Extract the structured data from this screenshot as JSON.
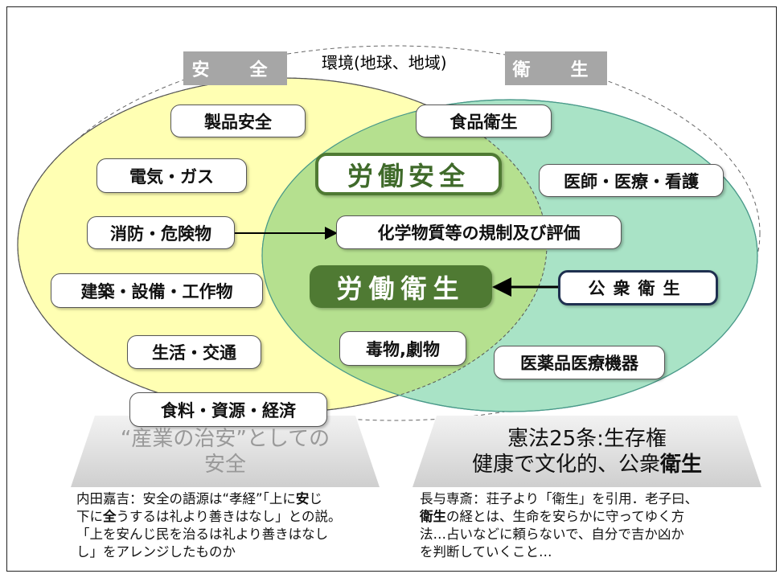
{
  "environment_label": "環境(地球、地域)",
  "safety_label": "安　全",
  "hygiene_label": "衛　生",
  "items": {
    "product_safety": "製品安全",
    "food_hygiene": "食品衛生",
    "electric_gas": "電気・ガス",
    "labor_safety": "労働安全",
    "medical": "医師・医療・看護",
    "fire": "消防・危険物",
    "chemical": "化学物質等の規制及び評価",
    "building": "建築・設備・工作物",
    "labor_hygiene": "労働衛生",
    "public_hygiene": "公衆衛生",
    "life_traffic": "生活・交通",
    "poison": "毒物,劇物",
    "pharma": "医薬品医療機器",
    "food_resource": "食料・資源・経済"
  },
  "left_banner": {
    "line1": "“産業の治安”としての",
    "line2": "安全"
  },
  "right_banner": {
    "line1": "憲法25条:生存権",
    "line2_pre": "健康で文化的、公衆",
    "line2_bold": "衛生"
  },
  "left_note": {
    "l1a": "内田嘉吉：安全の語源は“孝経”「上に",
    "l1b": "安",
    "l1c": "じ",
    "l2a": "下に",
    "l2b": "全",
    "l2c": "うするは礼より善きはなし」との説。",
    "l3": "「上を安んじ民を治るは礼より善きはなし",
    "l4": "し」をアレンジしたものか"
  },
  "right_note": {
    "l1": "長与専斎：荘子より「衛生」を引用．老子曰、",
    "l2a": "衛生",
    "l2b": "の経とは、生命を安らかに守ってゆく方",
    "l3": "法…占いなどに頼らないで、自分で吉か凶か",
    "l4": "を判断していくこと…"
  },
  "colors": {
    "safety": "#ffffb3",
    "hygiene": "#a9e3c6",
    "overlap": "#b5e08f",
    "accent": "#4f7a33"
  }
}
